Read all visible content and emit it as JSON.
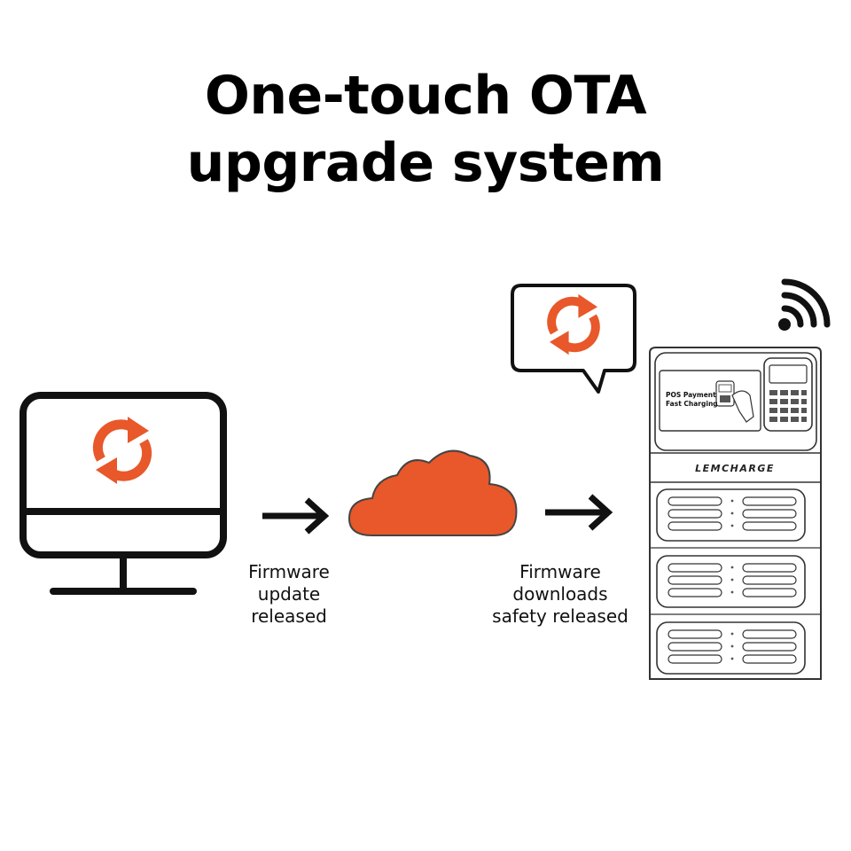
{
  "title": {
    "line1": "One-touch OTA",
    "line2": "upgrade system"
  },
  "steps": [
    {
      "line1": "Firmware",
      "line2": "update",
      "line3": "released"
    },
    {
      "line1": "Firmware",
      "line2": "downloads",
      "line3": "safety released"
    }
  ],
  "kiosk": {
    "brand": "LEMCHARGE",
    "screen_line1": "POS Payment",
    "screen_line2": "Fast Charging"
  },
  "icons": {
    "monitor": "monitor-icon",
    "sync": "sync-icon",
    "arrow": "arrow-right-icon",
    "cloud": "cloud-icon",
    "speech": "speech-bubble-icon",
    "wifi": "wifi-icon",
    "kiosk": "charging-kiosk-icon"
  },
  "colors": {
    "accent": "#E8582A",
    "ink": "#111111"
  }
}
